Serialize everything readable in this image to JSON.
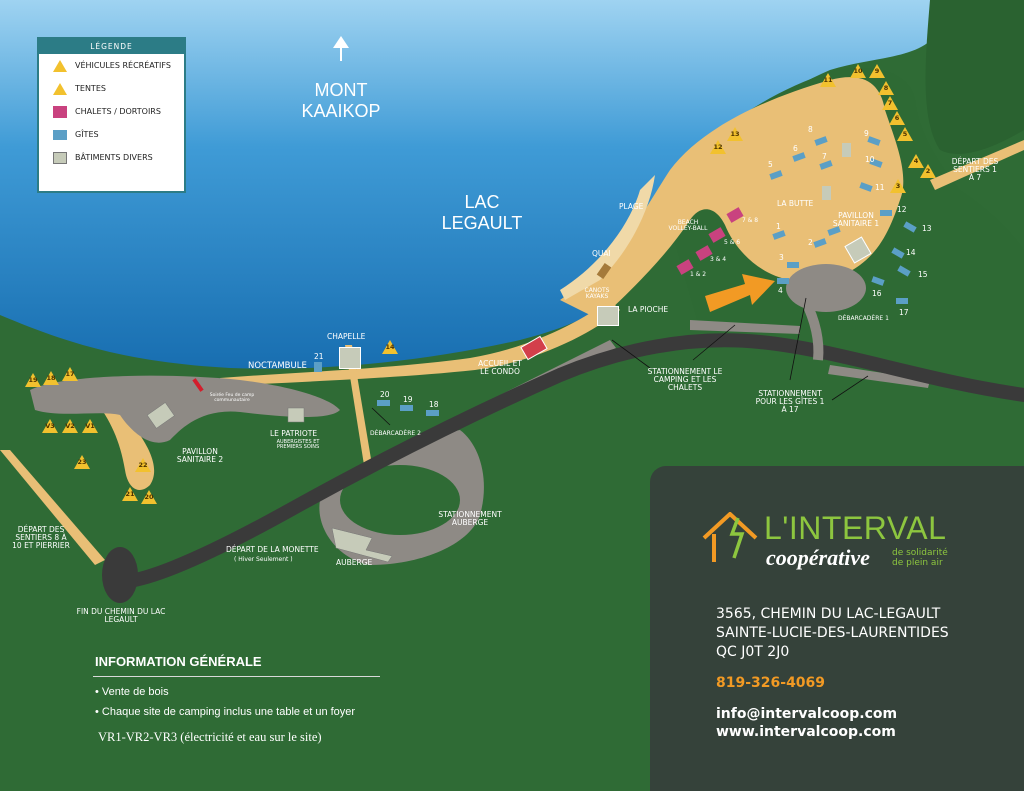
{
  "legend": {
    "title": "LÉGENDE",
    "items": [
      {
        "label": "VÉHICULES RÉCRÉATIFS",
        "icon": "rv-icon"
      },
      {
        "label": "TENTES",
        "icon": "tent-triangle-icon"
      },
      {
        "label": "CHALETS / DORTOIRS",
        "icon": "chalet-icon"
      },
      {
        "label": "GÎTES",
        "icon": "gite-icon"
      },
      {
        "label": "BÂTIMENTS DIVERS",
        "icon": "building-icon"
      }
    ]
  },
  "labels": {
    "mont": "MONT KAAIKOP",
    "lac": "LAC LEGAULT",
    "plage": "PLAGE",
    "beach": "BEACH VOLLEY-BALL",
    "quai": "QUAI",
    "canots": "CANOTS KAYAKS",
    "la_pioche": "LA PIOCHE",
    "la_butte": "LA BUTTE",
    "pavillon1": "PAVILLON SANITAIRE 1",
    "depart_1_7": "DÉPART DES SENTIERS 1 à 7",
    "debarcadere1": "DÉBARCADÈRE 1",
    "stationnement_camping": "STATIONNEMENT LE CAMPING ET LES CHALETS",
    "stationnement_gites": "STATIONNEMENT POUR LES GÎTES 1 À 17",
    "accueil": "ACCUEIL ET LE CONDO",
    "chapelle": "CHAPELLE",
    "noctambule": "NOCTAMBULE",
    "le_patriote": "LE PATRIOTE",
    "patriote_sub": "AUBERGISTES ET PREMIERS SOINS",
    "debarcadere2": "DÉBARCADÈRE 2",
    "soiree": "Soirée Feu de camp communautaire",
    "pavillon2": "PAVILLON SANITAIRE 2",
    "depart_8_10": "DÉPART DES SENTIERS 8 À 10 ET PIERRIER",
    "depart_monette": "DÉPART DE LA MONETTE",
    "hiver": "( Hiver Seulement )",
    "auberge": "AUBERGE",
    "stationnement_auberge": "STATIONNEMENT AUBERGE",
    "fin_chemin": "FIN DU CHEMIN DU LAC LEGAULT"
  },
  "chalets": [
    "7 & 8",
    "5 & 6",
    "3 & 4",
    "1 & 2"
  ],
  "tents_north": [
    "10",
    "9",
    "8",
    "7",
    "6",
    "5",
    "4",
    "3",
    "2",
    "11",
    "12",
    "13",
    "14"
  ],
  "tents_west": [
    "19",
    "18",
    "17",
    "23",
    "22",
    "21",
    "20"
  ],
  "rv_labels": [
    "V3",
    "V2",
    "V1"
  ],
  "gites_east": [
    "1",
    "2",
    "3",
    "4",
    "5",
    "6",
    "7",
    "8",
    "9",
    "10",
    "11",
    "12",
    "13",
    "14",
    "15",
    "16",
    "17"
  ],
  "gites_west": [
    "20",
    "19",
    "18",
    "21"
  ],
  "info": {
    "title": "INFORMATION GÉNÉRALE",
    "items": [
      "• Vente de bois",
      "• Chaque site de camping inclus une table et un foyer"
    ],
    "vr": "VR1-VR2-VR3 (électricité et eau sur le site)"
  },
  "brand": {
    "name": "L'INTERVAL",
    "sub": "coopérative",
    "tagline": "de solidarité de plein air",
    "address1": "3565, CHEMIN DU LAC-LEGAULT",
    "address2": "SAINTE-LUCIE-DES-LAURENTIDES",
    "address3": "QC J0T 2J0",
    "phone": "819-326-4069",
    "email": "info@intervalcoop.com",
    "web": "www.intervalcoop.com"
  },
  "colors": {
    "water": "#1f78b8",
    "forest": "#2f6b35",
    "road": "#3a3a3a",
    "path": "#e9bf76",
    "parking": "#8e8a85",
    "accent": "#f29a24",
    "logo": "#8dc63f"
  }
}
